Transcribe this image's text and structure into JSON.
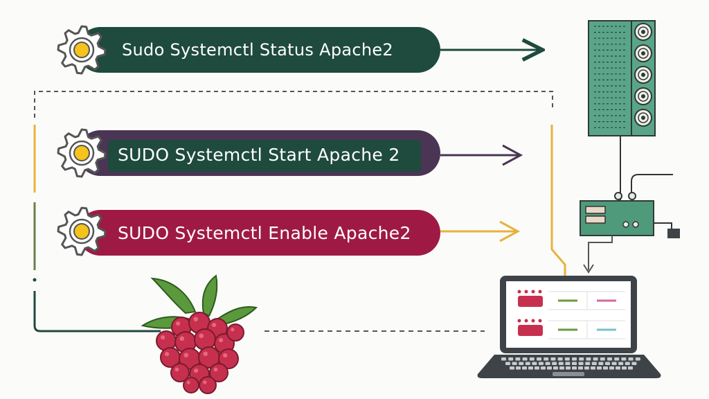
{
  "commands": [
    {
      "id": "status",
      "text": "Sudo Systemctl Status Apache2",
      "bar_color": "#1f4a3e",
      "arrow_color": "#1f4a3e"
    },
    {
      "id": "start",
      "text": "SUDO Systemctl Start Apache 2",
      "bar_color": "#4a3654",
      "inner_color": "#1f4a3e",
      "arrow_color": "#4a3654"
    },
    {
      "id": "enable",
      "text": "SUDO Systemctl Enable Apache2",
      "bar_color": "#9e1a45",
      "arrow_color": "#e6b33b"
    }
  ],
  "colors": {
    "gear_outline": "#555555",
    "gear_fill": "#f6c21c",
    "dashed_line": "#555555",
    "yellow_line": "#e6b33b",
    "green_line": "#6e7e4a",
    "dark_line": "#1f4a3e",
    "server": "#5aa58a",
    "device": "#4f9a7a",
    "laptop_frame": "#3d4347",
    "raspberry": "#c6304e",
    "leaf": "#5a9a3c"
  },
  "icons": [
    "gear-icon",
    "server-rack-icon",
    "hardware-module-icon",
    "laptop-icon",
    "raspberry-pi-icon"
  ]
}
